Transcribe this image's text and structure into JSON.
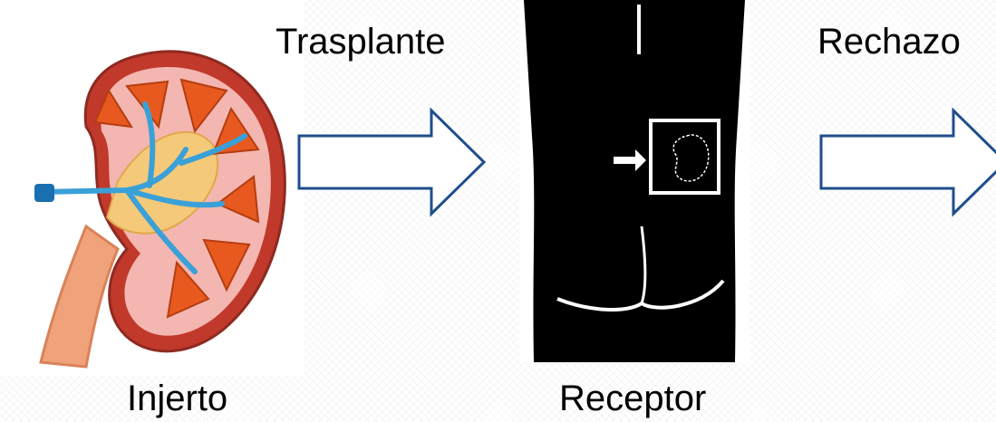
{
  "labels": {
    "transplant": "Trasplante",
    "rejection": "Rechazo",
    "graft": "Injerto",
    "recipient": "Receptor"
  },
  "icons": {
    "kidney": "kidney-cross-section-illustration",
    "recipient": "human-back-silhouette-with-kidney-location",
    "arrow": "right-arrow-outline"
  },
  "colors": {
    "arrow_stroke": "#1f4e8c",
    "kidney_outer": "#c0392b",
    "kidney_cortex": "#f4b6b0",
    "pyramids": "#e8591f",
    "pelvis": "#f5c97a",
    "vessels_blue": "#3aa0d8",
    "ureter": "#f0a37a",
    "silhouette": "#000000"
  }
}
